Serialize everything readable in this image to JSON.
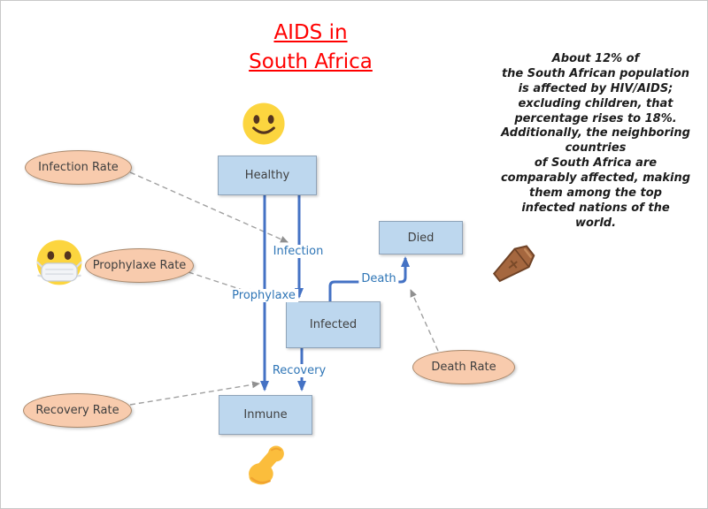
{
  "title": {
    "line1": "AIDS in",
    "line2": "South Africa"
  },
  "note": {
    "text": "About 12% of\nthe South African population\nis affected by HIV/AIDS;\nexcluding children, that\npercentage rises to 18%.\nAdditionally, the neighboring\ncountries\nof South Africa are\ncomparably affected, making\nthem among the top\ninfected nations of the\nworld."
  },
  "stocks": {
    "healthy": "Healthy",
    "died": "Died",
    "infected": "Infected",
    "inmune": "Inmune"
  },
  "variables": {
    "infection_rate": "Infection Rate",
    "prophylaxe_rate": "Prophylaxe Rate",
    "recovery_rate": "Recovery Rate",
    "death_rate": "Death Rate"
  },
  "flows": {
    "infection": "Infection",
    "prophylaxe": "Prophylaxe",
    "death": "Death",
    "recovery": "Recovery"
  },
  "icons": {
    "healthy": "smiley-face-icon",
    "prophylaxe": "masked-face-icon",
    "died": "coffin-icon",
    "inmune": "flexed-biceps-icon"
  },
  "colors": {
    "title_red": "#FF0000",
    "stock_fill": "#BDD7EE",
    "variable_fill": "#F8CBAD",
    "flow_blue": "#4472C4",
    "flow_label_blue": "#2E75B6",
    "connector_gray": "#9e9e9e"
  }
}
